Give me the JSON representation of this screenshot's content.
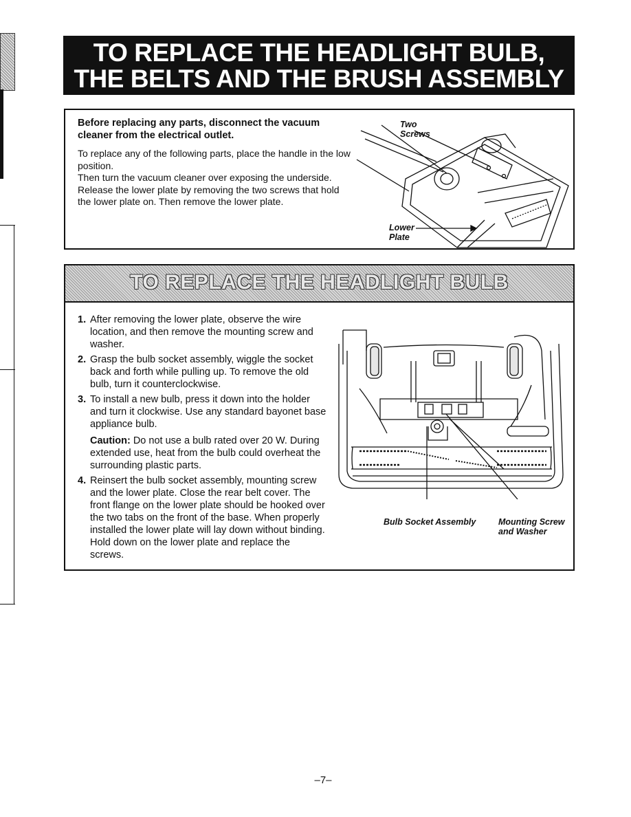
{
  "title": {
    "line1": "TO REPLACE THE HEADLIGHT BULB,",
    "line2": "THE BELTS AND THE BRUSH ASSEMBLY"
  },
  "intro": {
    "warning": "Before replacing any parts, disconnect the vacuum cleaner from the electrical outlet.",
    "para1": "To replace any of the following parts, place the handle in the low position.",
    "para2": "Then turn the vacuum cleaner over exposing the underside.",
    "para3": "Release the lower plate by removing the two screws that hold the lower plate on. Then remove the lower plate.",
    "labels": {
      "two_screws_1": "Two",
      "two_screws_2": "Screws",
      "lower_plate_1": "Lower",
      "lower_plate_2": "Plate"
    }
  },
  "headlight_section": {
    "title": "TO REPLACE THE HEADLIGHT BULB",
    "steps": [
      {
        "num": "1.",
        "text": "After removing the lower plate, observe the wire location, and then remove the mounting screw and washer."
      },
      {
        "num": "2.",
        "text": "Grasp the bulb socket assembly, wiggle the socket back and forth while pulling up. To remove the old bulb, turn it counterclockwise."
      },
      {
        "num": "3.",
        "text": "To install a new bulb, press it down into the holder and turn it clockwise. Use any standard bayonet base appliance bulb."
      },
      {
        "num": "4.",
        "text": "Reinsert the bulb socket assembly, mounting screw and the lower plate. Close the rear belt cover. The front flange on the lower plate should be hooked over the two tabs on the front of the base. When properly installed the lower plate will lay down without binding. Hold down on the lower plate and replace the screws."
      }
    ],
    "caution_label": "Caution:",
    "caution_text": " Do not use a bulb rated over 20 W. During extended use, heat from the bulb could overheat the surrounding plastic parts.",
    "labels": {
      "bulb_socket": "Bulb Socket Assembly",
      "mounting_screw_1": "Mounting Screw",
      "mounting_screw_2": "and Washer"
    }
  },
  "page_number": "–7–"
}
